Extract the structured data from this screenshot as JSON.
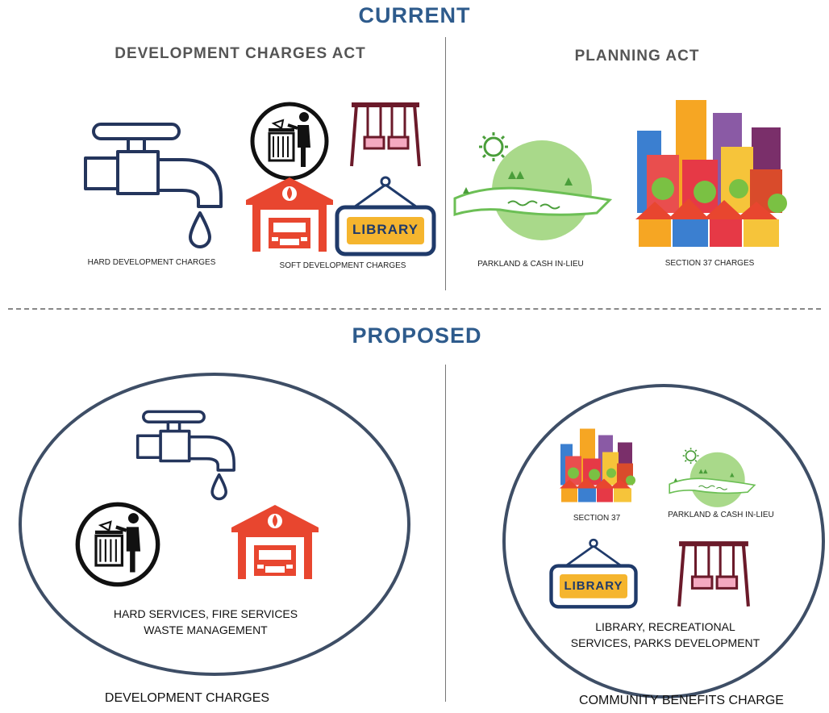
{
  "current": {
    "heading": "CURRENT",
    "dc_act": {
      "title": "DEVELOPMENT CHARGES ACT",
      "hard_caption": "HARD DEVELOPMENT CHARGES",
      "soft_caption": "SOFT DEVELOPMENT CHARGES",
      "library_sign": "LIBRARY"
    },
    "planning_act": {
      "title": "PLANNING ACT",
      "parkland_caption": "PARKLAND & CASH IN-LIEU",
      "section37_caption": "SECTION 37 CHARGES"
    }
  },
  "proposed": {
    "heading": "PROPOSED",
    "dc": {
      "caption_line1": "HARD SERVICES, FIRE SERVICES",
      "caption_line2": "WASTE MANAGEMENT",
      "label": "DEVELOPMENT CHARGES"
    },
    "cbc": {
      "section37_caption": "SECTION 37",
      "parkland_caption": "PARKLAND & CASH IN-LIEU",
      "library_sign": "LIBRARY",
      "caption_line1": "LIBRARY, RECREATIONAL",
      "caption_line2": "SERVICES, PARKS DEVELOPMENT",
      "label": "COMMUNITY BENEFITS CHARGE"
    }
  },
  "icons": [
    "water-tap-icon",
    "waste-bin-icon",
    "swing-set-icon",
    "fire-station-icon",
    "library-sign-icon",
    "park-icon",
    "city-buildings-icon"
  ],
  "colors": {
    "heading_blue": "#2e5b8c",
    "icon_navy": "#24355c",
    "fire_red": "#e8462f",
    "park_green": "#9fd27a",
    "swing_maroon": "#6b1a2a",
    "library_yellow": "#f5b52e"
  }
}
